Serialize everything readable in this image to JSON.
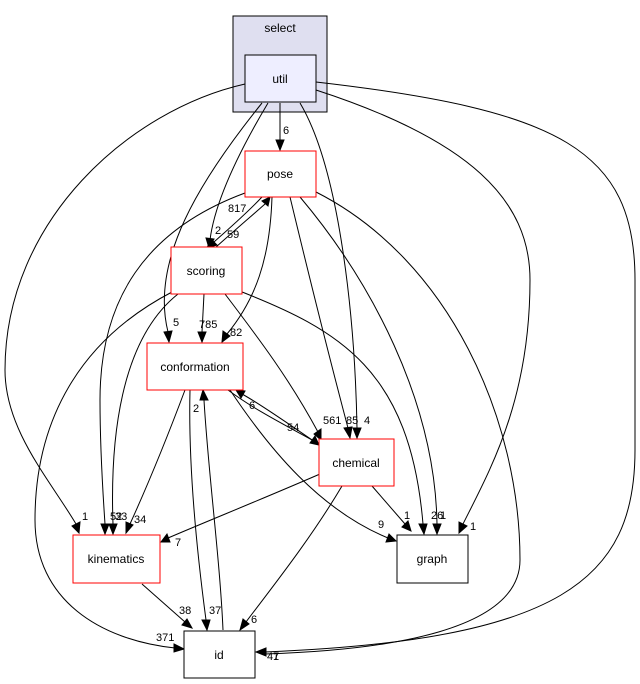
{
  "cluster": {
    "label": "select"
  },
  "nodes": {
    "util": "util",
    "pose": "pose",
    "scoring": "scoring",
    "conformation": "conformation",
    "chemical": "chemical",
    "kinematics": "kinematics",
    "graph": "graph",
    "id": "id"
  },
  "edge_labels": {
    "util_pose": "6",
    "util_scoring": "2",
    "util_conformation": "5",
    "util_chemical": "4",
    "util_kinematics": "1",
    "util_graph": "1",
    "util_id": "1",
    "pose_scoring": "59",
    "scoring_pose": "817",
    "pose_conformation": "82",
    "pose_chemical": "85",
    "pose_kinematics": "52",
    "pose_graph": "26",
    "pose_id": "47",
    "scoring_conformation": "785",
    "scoring_chemical": "561",
    "scoring_kinematics": "33",
    "scoring_graph": "1",
    "scoring_id": "371",
    "conformation_chemical": "54",
    "chemical_conformation": "6",
    "conformation_kinematics": "34",
    "conformation_graph": "9",
    "conformation_id": "37",
    "id_conformation": "2",
    "chemical_kinematics": "7",
    "chemical_graph": "1",
    "chemical_id": "6",
    "kinematics_id": "38"
  }
}
